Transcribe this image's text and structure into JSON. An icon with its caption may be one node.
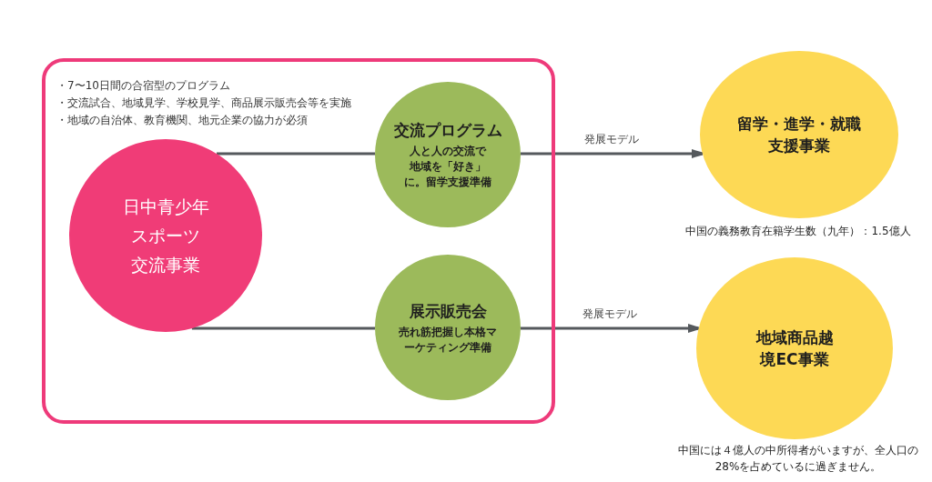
{
  "diagram": {
    "nodes": [
      {
        "text": [
          "・7〜10日間の合宿型のプログラム",
          "・交流試合、地域見学、学校見学、商品展示販売会等を実施",
          "・地域の自治体、教育機関、地元企業の協力が必須"
        ]
      },
      {
        "text": [
          "日中青少年スポーツ交流事業"
        ],
        "in": 0
      },
      {
        "text": [
          "交流プログラム",
          "人と人の交流で地域を「好き」に。留学支援準備"
        ],
        "in": 0
      },
      {
        "text": [
          "展示販売会",
          "売れ筋把握し本格マーケティング準備"
        ],
        "in": 0
      },
      {
        "text": [
          "留学・進学・就職支援事業"
        ],
        "beside": [
          "中国の義務教育在籍学生数（九年）：1.5億人"
        ]
      },
      {
        "text": [
          "地域商品越境EC事業"
        ],
        "beside": [
          "中国には４億人の中所得者がいますが、全人口の28%を占めているに過ぎません。"
        ]
      }
    ],
    "edges": [
      {
        "from": 1,
        "to": 2,
        "arrow": "none"
      },
      {
        "from": 2,
        "to": 4,
        "arrow": "to",
        "label": "発展モデル"
      },
      {
        "from": 1,
        "to": 3,
        "arrow": "none"
      },
      {
        "from": 3,
        "to": 5,
        "arrow": "to",
        "label": "発展モデル"
      }
    ]
  }
}
